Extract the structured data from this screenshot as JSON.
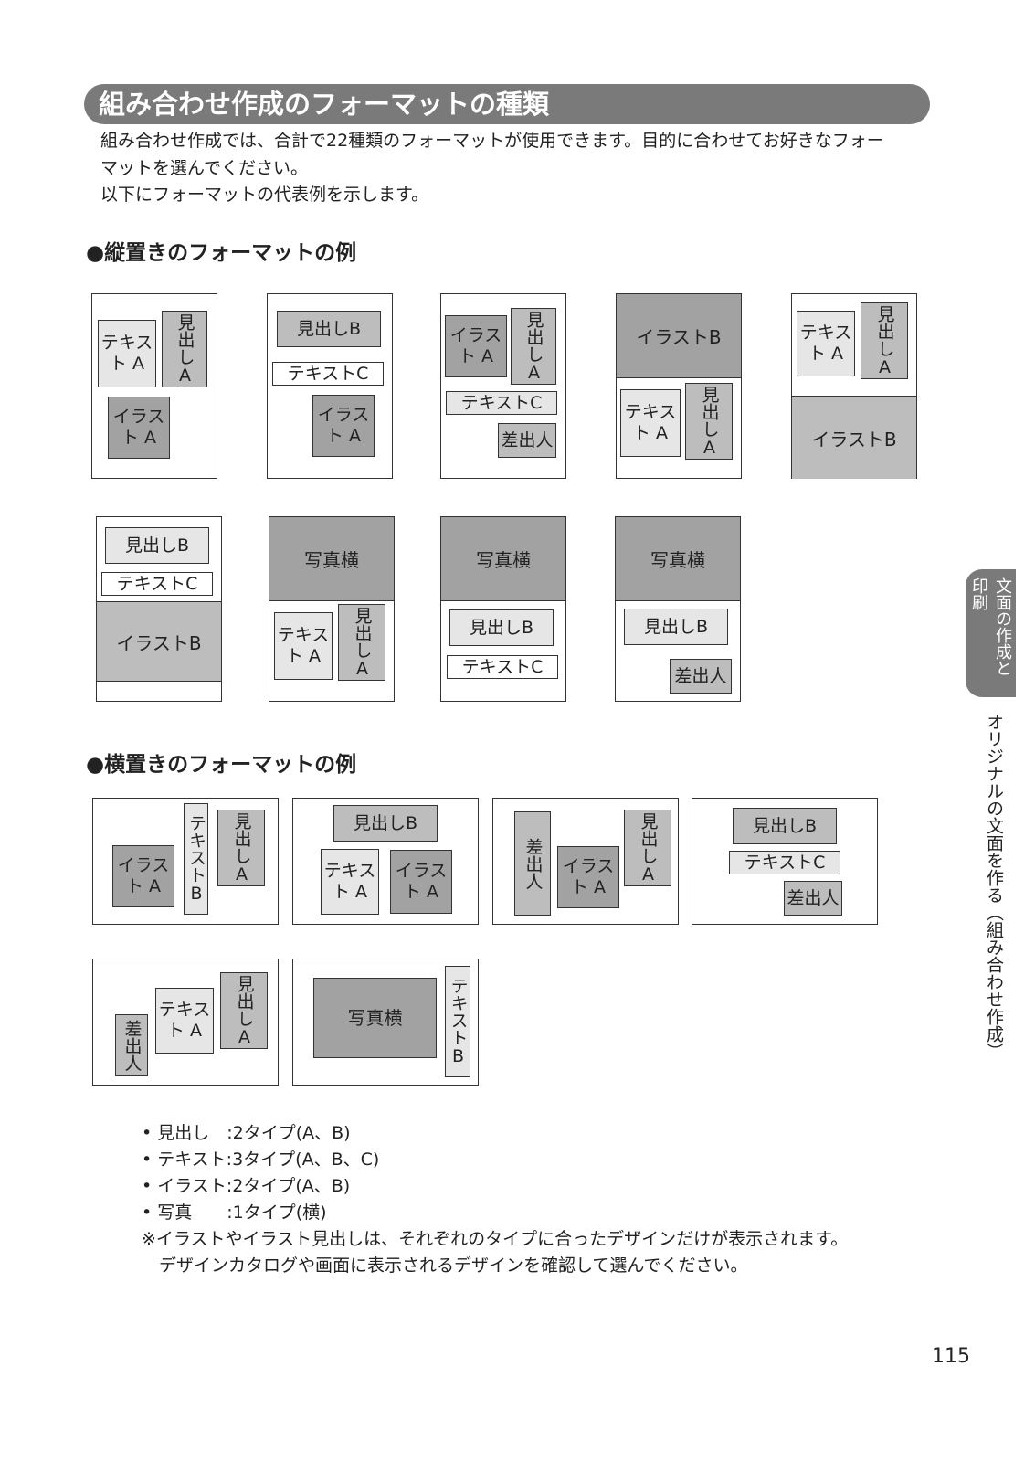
{
  "header": {
    "title": "組み合わせ作成のフォーマットの種類"
  },
  "intro": {
    "line1": "組み合わせ作成では、合計で22種類のフォーマットが使用できます。目的に合わせてお好きなフォー",
    "line2": "マットを選んでください。",
    "line3": "以下にフォーマットの代表例を示します。"
  },
  "sections": {
    "portrait": "●縦置きのフォーマットの例",
    "landscape": "●横置きのフォーマットの例"
  },
  "labels": {
    "text_a": "テキスト A",
    "text_a_v": "テキストA",
    "text_b_v": "テキストB",
    "text_c": "テキストC",
    "heading_a_v": "見出しA",
    "heading_b": "見出しB",
    "illust_a": "イラスト A",
    "illust_b": "イラストB",
    "sender": "差出人",
    "sender_v": "差出人",
    "photo": "写真横"
  },
  "notes": {
    "b1": "• 見出し　:2タイプ(A、B)",
    "b2": "• テキスト:3タイプ(A、B、C)",
    "b3": "• イラスト:2タイプ(A、B)",
    "b4": "• 写真　　:1タイプ(横)",
    "n1": "※イラストやイラスト見出しは、それぞれのタイプに合ったデザインだけが表示されます。",
    "n2": "　デザインカタログや画面に表示されるデザインを確認して選んでください。"
  },
  "side": {
    "tab_label": "文面の作成と印刷",
    "chapter": "オリジナルの文面を作る（組み合わせ作成）"
  },
  "page_number": "115"
}
